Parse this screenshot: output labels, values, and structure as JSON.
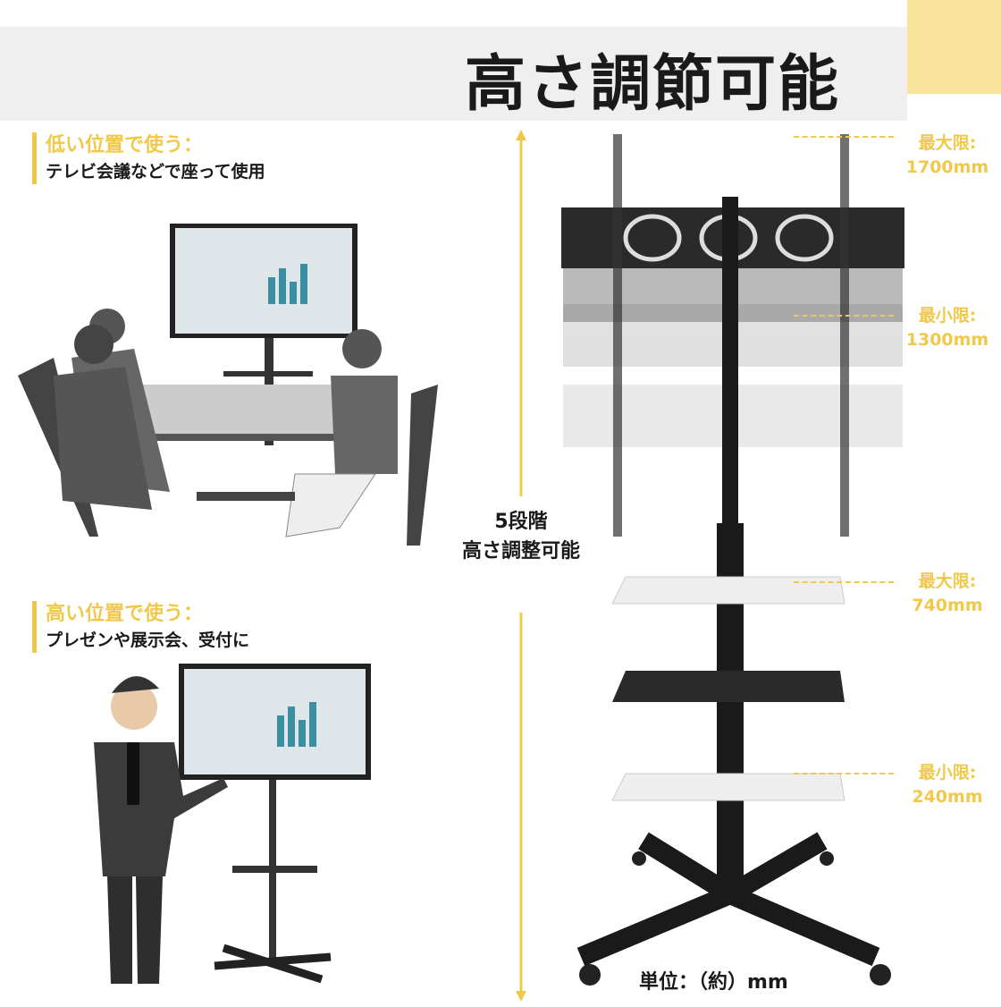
{
  "title": "高さ調節可能",
  "low": {
    "heading": "低い位置で使う：",
    "sub": "テレビ会議などで座って使用"
  },
  "high": {
    "heading": "高い位置で使う：",
    "sub": "プレゼンや展示会、受付に"
  },
  "middle": {
    "line1": "5段階",
    "line2": "高さ調整可能"
  },
  "tv_max": {
    "label": "最大限:",
    "value": "1700mm"
  },
  "tv_min": {
    "label": "最小限:",
    "value": "1300mm"
  },
  "shelf_max": {
    "label": "最大限:",
    "value": "740mm"
  },
  "shelf_min": {
    "label": "最小限:",
    "value": "240mm"
  },
  "unit": "単位：（約）mm",
  "colors": {
    "accent": "#f0c84a",
    "band": "#efefef",
    "corner": "#f7e39a"
  }
}
